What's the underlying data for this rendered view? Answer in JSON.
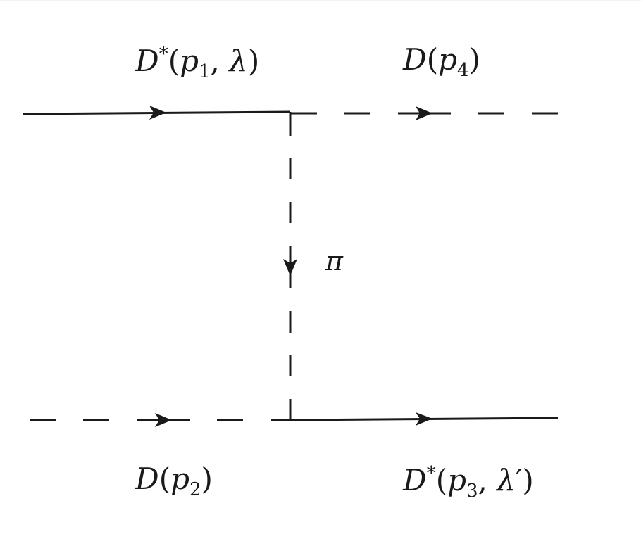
{
  "diagram": {
    "type": "feynman-diagram",
    "description": "t-channel pion exchange between D* and D mesons",
    "line_color": "#1a1a1a",
    "background": "#ffffff",
    "labels": {
      "top_left": {
        "particle": "D",
        "star": "*",
        "momentum": "p",
        "index": "1",
        "extra": "λ",
        "text": "D*(p1, λ)"
      },
      "top_right": {
        "particle": "D",
        "momentum": "p",
        "index": "4",
        "text": "D(p4)"
      },
      "bottom_left": {
        "particle": "D",
        "momentum": "p",
        "index": "2",
        "text": "D(p2)"
      },
      "bottom_right": {
        "particle": "D",
        "star": "*",
        "momentum": "p",
        "index": "3",
        "extra": "λ′",
        "text": "D*(p3, λ′)"
      },
      "exchange": {
        "text": "π"
      }
    },
    "propagators": [
      {
        "id": "top-left",
        "from": "D*(p1, λ)",
        "style": "solid",
        "direction": "right"
      },
      {
        "id": "top-right",
        "to": "D(p4)",
        "style": "dashed",
        "direction": "right"
      },
      {
        "id": "exchange",
        "particle": "π",
        "style": "dashed",
        "direction": "down"
      },
      {
        "id": "bottom-left",
        "from": "D(p2)",
        "style": "dashed",
        "direction": "right"
      },
      {
        "id": "bottom-right",
        "to": "D*(p3, λ′)",
        "style": "solid",
        "direction": "right"
      }
    ]
  }
}
